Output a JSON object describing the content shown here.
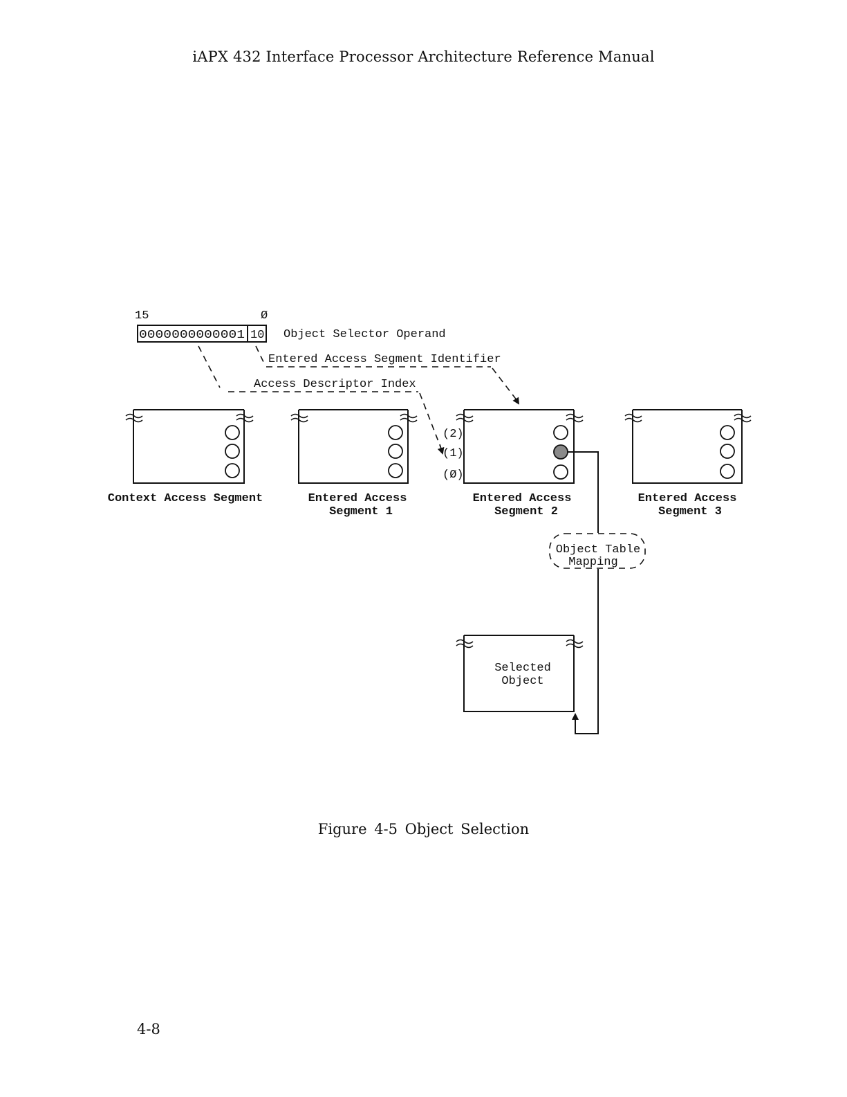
{
  "header": {
    "title": "iAPX 432 Interface Processor Architecture Reference Manual"
  },
  "selector": {
    "bit_high": "15",
    "bit_low": "Ø",
    "index_bits": "0000000000001",
    "segment_bits": "10",
    "label": "Object Selector Operand"
  },
  "annotations": {
    "eas_identifier": "Entered Access Segment Identifier",
    "ad_index": "Access Descriptor Index",
    "slot_2": "(2)",
    "slot_1": "(1)",
    "slot_0": "(Ø)"
  },
  "segments": {
    "context": {
      "line1": "Context Access Segment"
    },
    "eas1": {
      "line1": "Entered Access",
      "line2": "Segment 1"
    },
    "eas2": {
      "line1": "Entered Access",
      "line2": "Segment 2"
    },
    "eas3": {
      "line1": "Entered Access",
      "line2": "Segment 3"
    }
  },
  "mapping": {
    "line1": "Object Table",
    "line2": "Mapping"
  },
  "selected_object": {
    "line1": "Selected",
    "line2": "Object"
  },
  "caption": "Figure 4-5  Object Selection",
  "page_number": "4-8"
}
